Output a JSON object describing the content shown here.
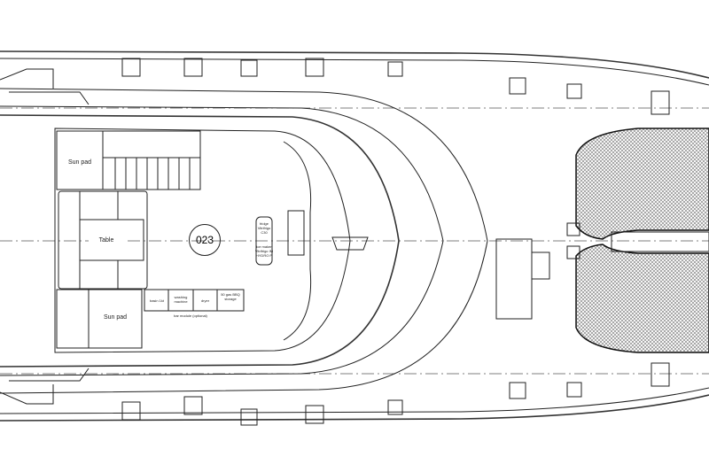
{
  "drawing": {
    "deck_number": "023",
    "labels": {
      "sun_pad_top": "Sun pad",
      "sun_pad_bottom": "Sun pad",
      "table": "Table",
      "fridge": "fridge Vitrifrigo C30",
      "ice_maker": "ice maker Vitrifrigo IM HYDRO P",
      "basin": "basin 1kt",
      "washing_machine": "washing machine",
      "dryer": "dryer",
      "bbq": "50 gas BBQ storage",
      "bar_module": "bar module (optional)"
    },
    "colors": {
      "line": "#222222",
      "net": "#9a9a9a"
    }
  }
}
